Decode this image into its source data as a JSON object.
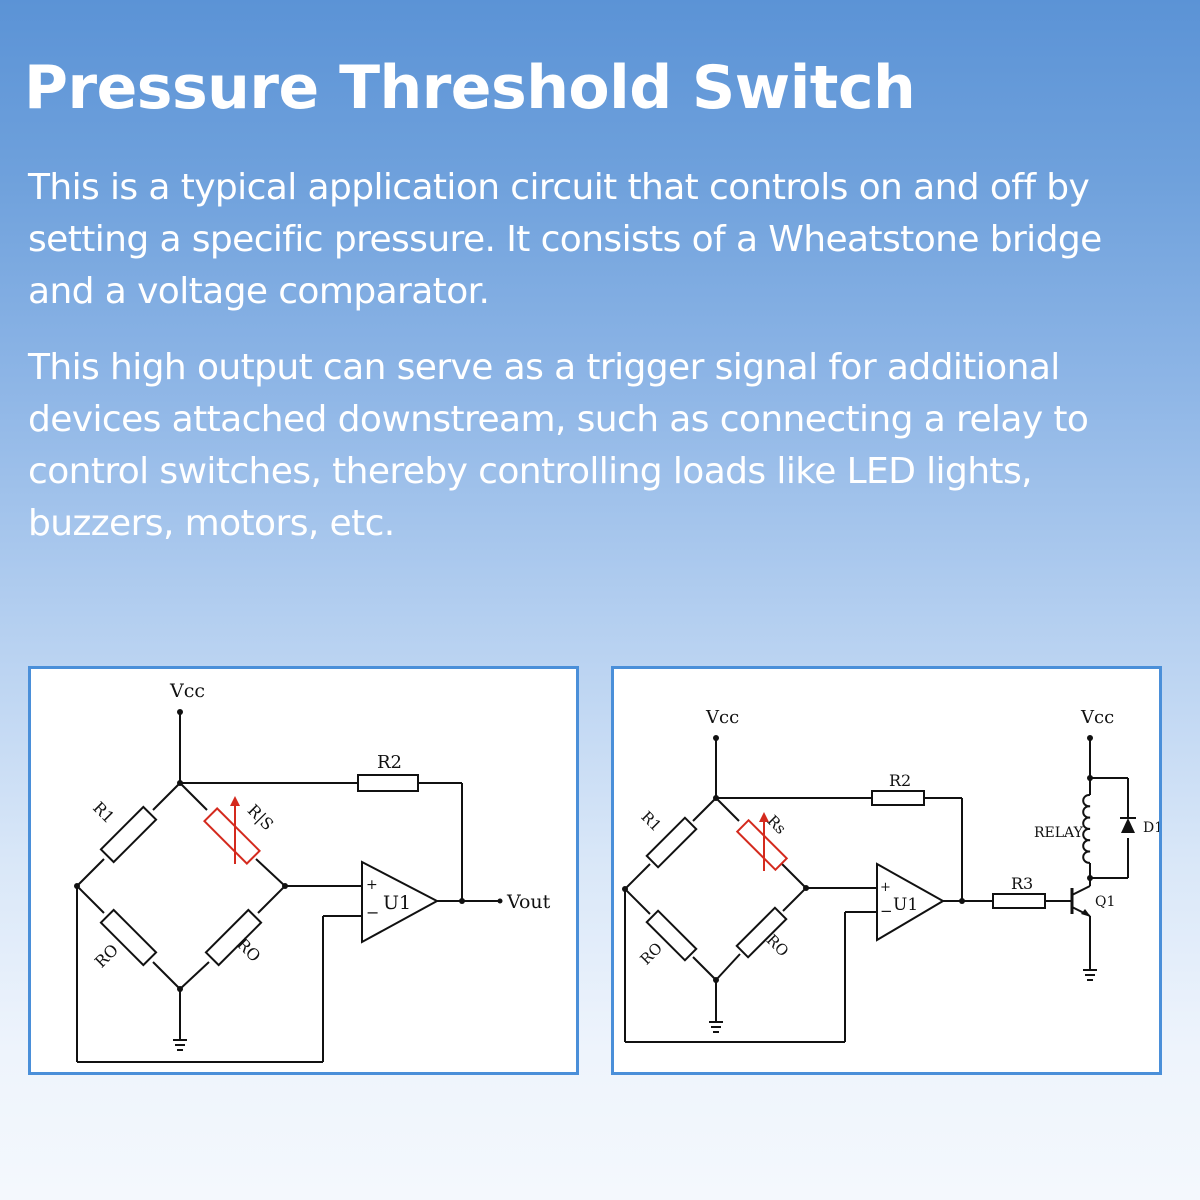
{
  "title": "Pressure Threshold Switch",
  "paragraphs": [
    "This is a typical application circuit that controls on and off by setting a specific pressure. It consists of a Wheatstone bridge and a voltage comparator.",
    "This high output can serve as a trigger signal for additional devices attached downstream, such as connecting a relay to control switches, thereby controlling loads like LED lights, buzzers, motors, etc."
  ],
  "diagram_left": {
    "vcc": "Vcc",
    "r1": "R1",
    "rs": "R|S",
    "r2": "R2",
    "r0_left": "RO",
    "r0_right": "RO",
    "opamp": "U1",
    "plus": "+",
    "minus": "−",
    "vout": "Vout"
  },
  "diagram_right": {
    "vcc_bridge": "Vcc",
    "vcc_relay": "Vcc",
    "r1": "R1",
    "rs": "Rs",
    "r2": "R2",
    "r0_left": "RO",
    "r0_right": "RO",
    "opamp": "U1",
    "plus": "+",
    "minus": "−",
    "r3": "R3",
    "relay": "RELAY",
    "d1": "D1",
    "q1": "Q1"
  },
  "colors": {
    "sensor": "#d42a1e",
    "panel_border": "#4a8fd9",
    "wire": "#111111"
  }
}
